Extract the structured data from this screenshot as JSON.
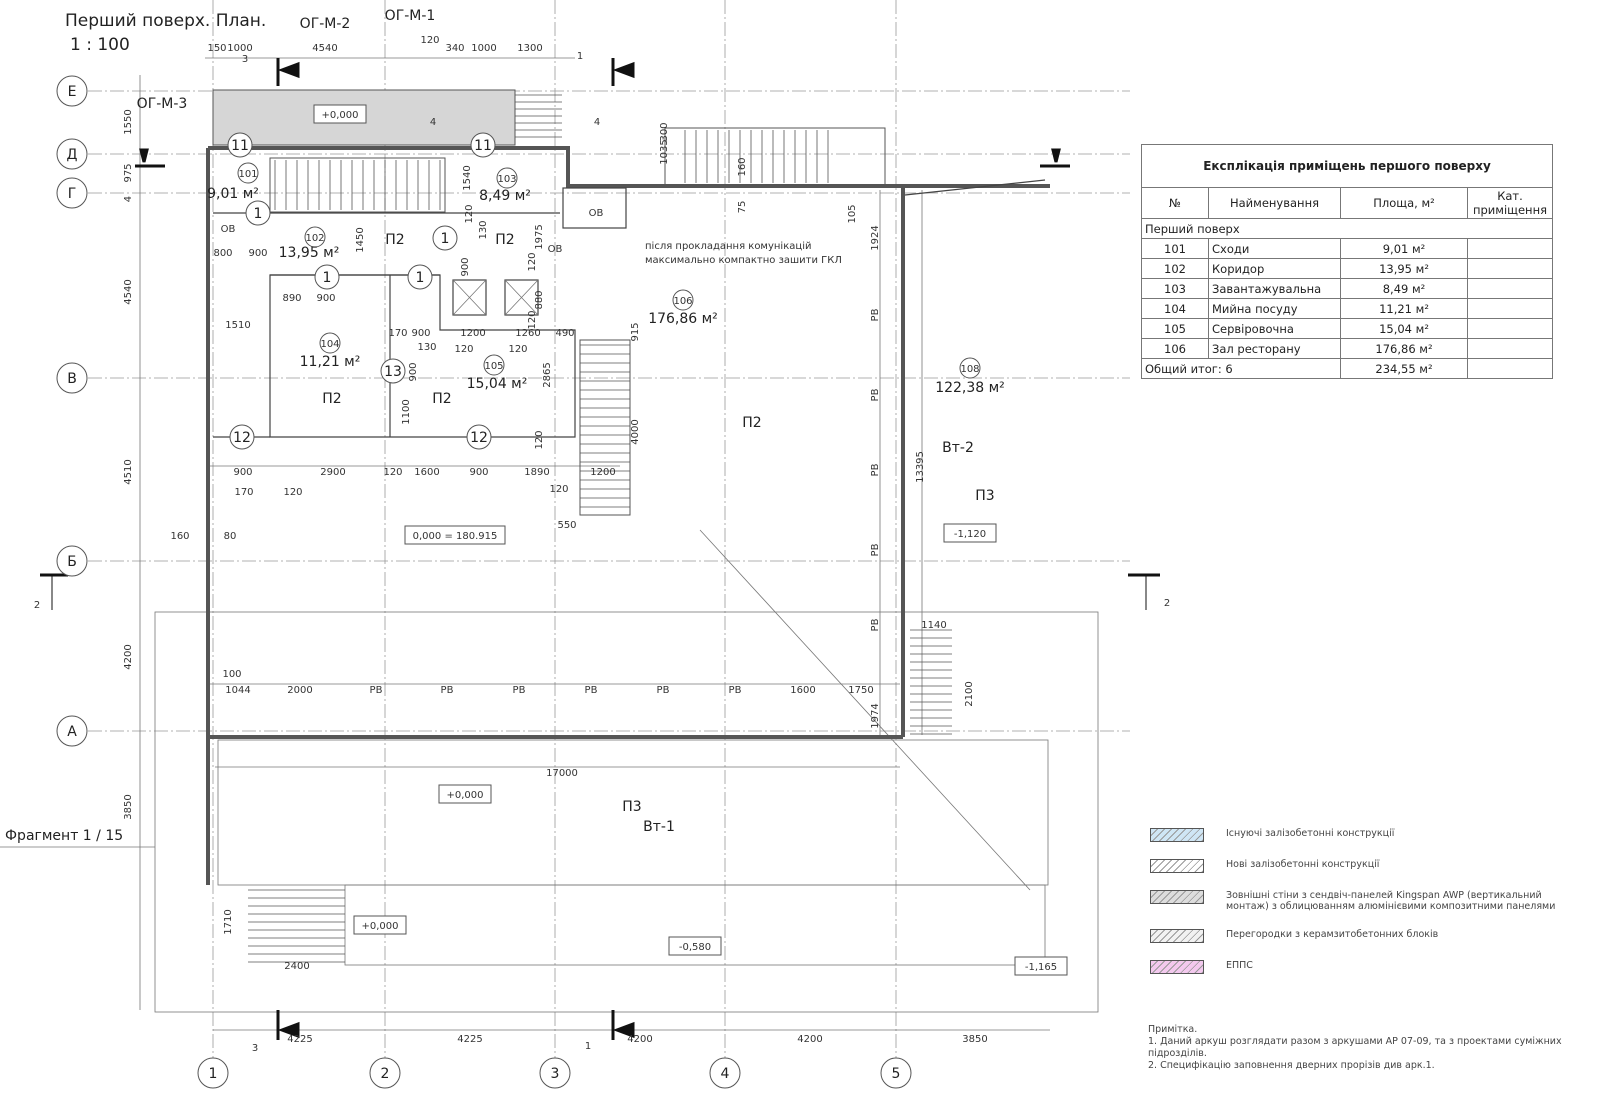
{
  "title": "Перший поверх. План.",
  "scale": "1 : 100",
  "fragment": "Фрагмент 1 / 15",
  "section_marks": [
    "ОГ-М-2",
    "ОГ-М-1",
    "ОГ-М-3"
  ],
  "axes_rows": [
    "Е",
    "Д",
    "Г",
    "В",
    "Б",
    "А"
  ],
  "axes_cols": [
    "1",
    "2",
    "3",
    "4",
    "5"
  ],
  "rooms": [
    {
      "num": "101",
      "area": "9,01 м²"
    },
    {
      "num": "102",
      "area": "13,95 м²"
    },
    {
      "num": "103",
      "area": "8,49 м²"
    },
    {
      "num": "104",
      "area": "11,21 м²"
    },
    {
      "num": "105",
      "area": "15,04 м²"
    },
    {
      "num": "106",
      "area": "176,86 м²"
    },
    {
      "num": "108",
      "area": "122,38 м²"
    }
  ],
  "zones": [
    "П2",
    "П2",
    "П2",
    "П2",
    "П2",
    "П3",
    "П3",
    "Вт-2",
    "Вт-1"
  ],
  "door_tags": [
    "11",
    "11",
    "1",
    "1",
    "1",
    "1",
    "13",
    "12",
    "12"
  ],
  "levels": [
    "+0,000",
    "+0,000",
    "+0,000",
    "0,000 = 180.915",
    "-1,120",
    "-0,580",
    "-1,165"
  ],
  "ov_labels": [
    "ОВ",
    "ОВ",
    "ОВ"
  ],
  "note_lines": [
    "після прокладання комунікацій",
    "максимально компактно зашити ГКЛ"
  ],
  "dims": [
    "150",
    "1000",
    "4540",
    "120",
    "340",
    "1000",
    "1300",
    "3",
    "1",
    "4",
    "4",
    "1550",
    "975",
    "4",
    "4540",
    "4510",
    "4200",
    "3850",
    "1710",
    "4225",
    "4225",
    "4200",
    "4200",
    "3850",
    "3",
    "1",
    "2400",
    "900",
    "800",
    "890",
    "900",
    "1510",
    "1450",
    "1540",
    "170",
    "900",
    "1200",
    "1260",
    "490",
    "130",
    "120",
    "120",
    "2865",
    "1100",
    "900",
    "2900",
    "120",
    "1600",
    "900",
    "1890",
    "1200",
    "170",
    "120",
    "120",
    "550",
    "160",
    "80",
    "915",
    "4000",
    "1035",
    "300",
    "160",
    "75",
    "105",
    "1924",
    "РВ",
    "РВ",
    "РВ",
    "РВ",
    "РВ",
    "13395",
    "1140",
    "2100",
    "1974",
    "100",
    "1044",
    "2000",
    "РВ",
    "РВ",
    "РВ",
    "РВ",
    "РВ",
    "РВ",
    "1600",
    "1750",
    "17000",
    "130",
    "120",
    "900",
    "1975",
    "120",
    "880",
    "120",
    "900",
    "120",
    "2",
    "2"
  ],
  "table": {
    "caption": "Експлікація приміщень першого поверху",
    "headers": [
      "№",
      "Найменування",
      "Площа, м²",
      "Кат. приміщення"
    ],
    "group": "Перший поверх",
    "rows": [
      {
        "num": "101",
        "name": "Сходи",
        "area": "9,01 м²",
        "cat": ""
      },
      {
        "num": "102",
        "name": "Коридор",
        "area": "13,95 м²",
        "cat": ""
      },
      {
        "num": "103",
        "name": "Завантажувальна",
        "area": "8,49 м²",
        "cat": ""
      },
      {
        "num": "104",
        "name": "Мийна посуду",
        "area": "11,21 м²",
        "cat": ""
      },
      {
        "num": "105",
        "name": "Сервіровочна",
        "area": "15,04 м²",
        "cat": ""
      },
      {
        "num": "106",
        "name": "Зал ресторану",
        "area": "176,86 м²",
        "cat": ""
      }
    ],
    "total_label": "Общий итог: 6",
    "total_area": "234,55 м²"
  },
  "legend": [
    {
      "label": "Існуючі залізобетонні конструкції",
      "color": "#cfe6f5"
    },
    {
      "label": "Нові залізобетонні конструкції",
      "color": "#ffffff"
    },
    {
      "label": "Зовнішні стіни з сендвіч-панелей Kingspan AWP (вертикальний монтаж) з облицюванням алюмінієвими композитними панелями",
      "color": "#dddddd"
    },
    {
      "label": "Перегородки з керамзитобетонних блоків",
      "color": "#f2f2f2"
    },
    {
      "label": "ЕППС",
      "color": "#f3c9ee"
    }
  ],
  "notes": {
    "heading": "Примітка.",
    "items": [
      "1.  Даний аркуш розглядати разом з аркушами АР 07-09, та з проектами суміжних підрозділів.",
      "2.  Специфікацію заповнення дверних прорізів див арк.1."
    ]
  }
}
